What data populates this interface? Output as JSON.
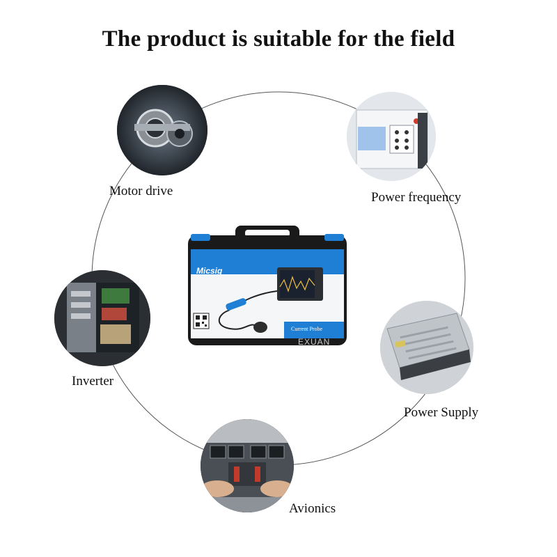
{
  "title": "The product is suitable for the field",
  "applications": [
    {
      "label": "Motor drive",
      "icon": "motor-drive-photo"
    },
    {
      "label": "Power frequency",
      "icon": "power-frequency-photo"
    },
    {
      "label": "Inverter",
      "icon": "inverter-photo"
    },
    {
      "label": "Power Supply",
      "icon": "power-supply-photo"
    },
    {
      "label": "Avionics",
      "icon": "avionics-photo"
    }
  ],
  "product": {
    "brand": "Micsig",
    "box_label": "Current Probe",
    "watermark": "EXUAN"
  },
  "colors": {
    "ring": "#555555",
    "case_body": "#1a1a1a",
    "case_accent": "#1e7fd4",
    "text": "#111111"
  }
}
